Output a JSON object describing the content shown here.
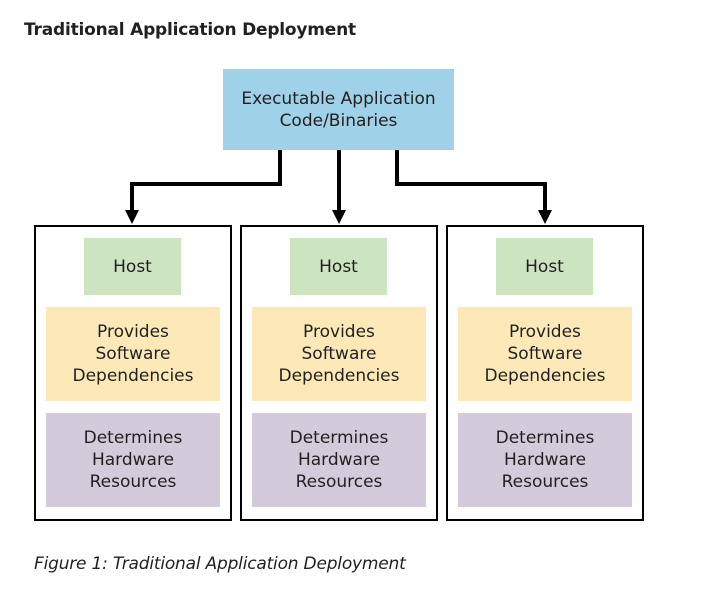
{
  "title": "Traditional Application Deployment",
  "top_box": {
    "label": "Executable Application\nCode/Binaries",
    "color": "#9fd1e8"
  },
  "hosts": [
    {
      "label": "Host",
      "software": "Provides\nSoftware\nDependencies",
      "hardware": "Determines\nHardware\nResources"
    },
    {
      "label": "Host",
      "software": "Provides\nSoftware\nDependencies",
      "hardware": "Determines\nHardware\nResources"
    },
    {
      "label": "Host",
      "software": "Provides\nSoftware\nDependencies",
      "hardware": "Determines\nHardware\nResources"
    }
  ],
  "colors": {
    "host_label": "#cde4c1",
    "software": "#fde9b8",
    "hardware": "#d3cadb",
    "connector": "#000000"
  },
  "caption": "Figure 1: Traditional Application Deployment"
}
